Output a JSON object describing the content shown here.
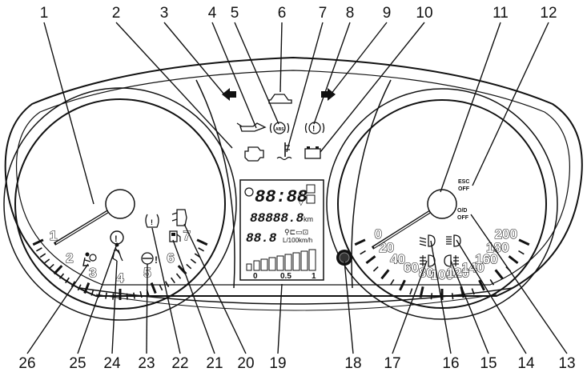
{
  "callouts": [
    "1",
    "2",
    "3",
    "4",
    "5",
    "6",
    "7",
    "8",
    "9",
    "10",
    "11",
    "12",
    "13",
    "14",
    "15",
    "16",
    "17",
    "18",
    "19",
    "20",
    "21",
    "22",
    "23",
    "24",
    "25",
    "26"
  ],
  "tachometer": {
    "ticks": [
      "1",
      "2",
      "3",
      "4",
      "5",
      "6",
      "7"
    ]
  },
  "speedometer": {
    "ticks": [
      "0",
      "20",
      "40",
      "60",
      "80",
      "100",
      "120",
      "140",
      "160",
      "180",
      "200"
    ]
  },
  "indicators": {
    "esc_off": [
      "ESC",
      "OFF"
    ],
    "od_off": [
      "O/D",
      "OFF"
    ]
  },
  "display": {
    "clock": "88:88",
    "odometer": "88888.8",
    "odometer_unit": "km",
    "consumption": "88.8",
    "consumption_unit": "L/100km/h",
    "gauge_scale": [
      "0",
      "0.5",
      "1"
    ]
  }
}
